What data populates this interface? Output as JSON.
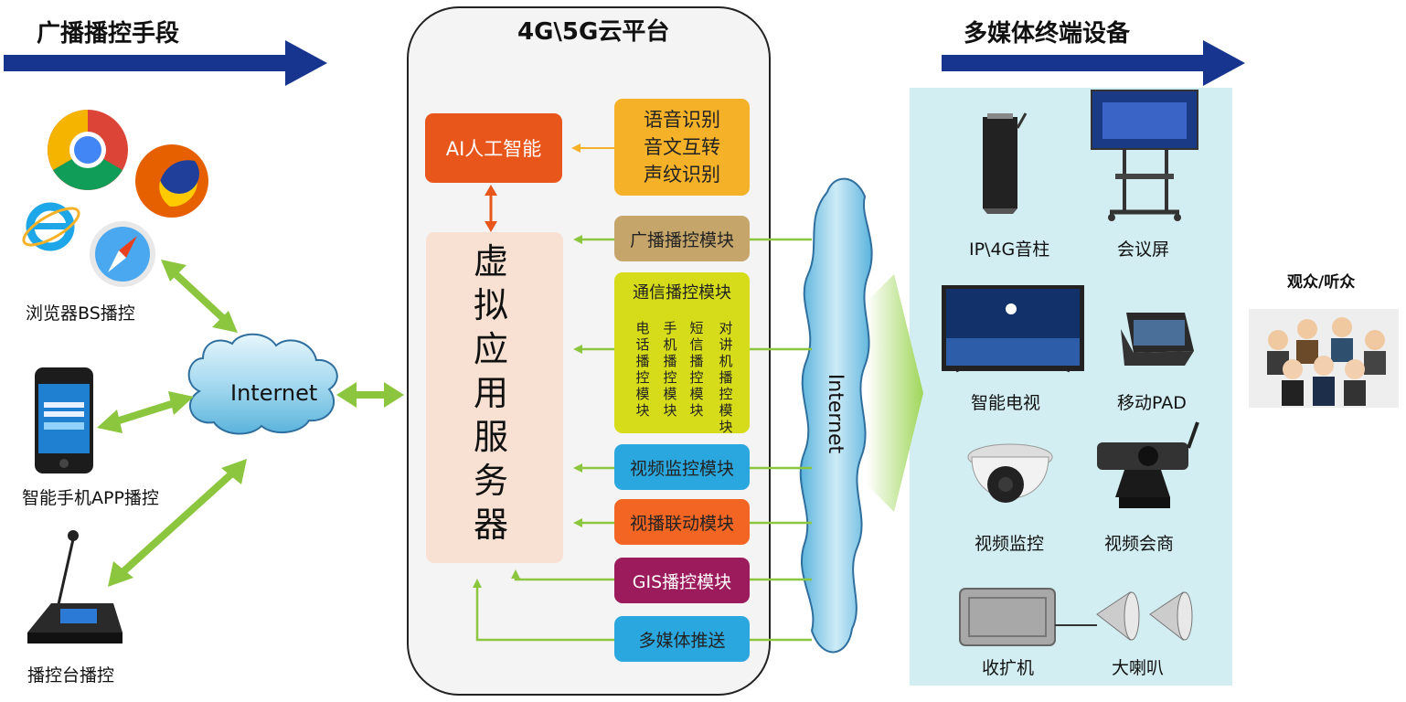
{
  "left": {
    "header": "广播播控手段",
    "cloud": "Internet",
    "sources": [
      {
        "label": "浏览器BS播控",
        "icon": "browsers-icon"
      },
      {
        "label": "智能手机APP播控",
        "icon": "smartphone-icon"
      },
      {
        "label": "播控台播控",
        "icon": "console-microphone-icon"
      }
    ]
  },
  "center": {
    "header": "4G\\5G云平台",
    "ai_box": "AI人工智能",
    "speech_box": [
      "语音识别",
      "音文互转",
      "声纹识别"
    ],
    "server": "虚拟应用服务器",
    "modules": {
      "broadcast": "广播播控模块",
      "comm": "通信播控模块",
      "comm_subs": [
        "电话播控模块",
        "手机播控模块",
        "短信播控模块",
        "对讲机播控模块"
      ],
      "video_monitor": "视频监控模块",
      "linkage": "视播联动模块",
      "gis": "GIS播控模块",
      "media": "多媒体推送"
    },
    "internet_vertical": "Internet"
  },
  "right": {
    "header": "多媒体终端设备",
    "devices": [
      "IP\\4G音柱",
      "会议屏",
      "智能电视",
      "移动PAD",
      "视频监控",
      "视频会商",
      "收扩机",
      "大喇叭"
    ],
    "audience_label": "观众/听众"
  },
  "colors": {
    "navy_arrow": "#17358f",
    "green_arrow": "#8cc63f",
    "ai_orange": "#e8561c",
    "speech_yellow": "#f5b229",
    "broadcast_tan": "#c6a56b",
    "comm_yellow": "#d6dc1a",
    "video_blue": "#2aa7df",
    "linkage_orange": "#f26522",
    "gis_purple": "#9b1b5c",
    "media_blue": "#2aa7df",
    "server_pink": "#f8e1d2",
    "panel_cyan": "#d3eef2"
  }
}
